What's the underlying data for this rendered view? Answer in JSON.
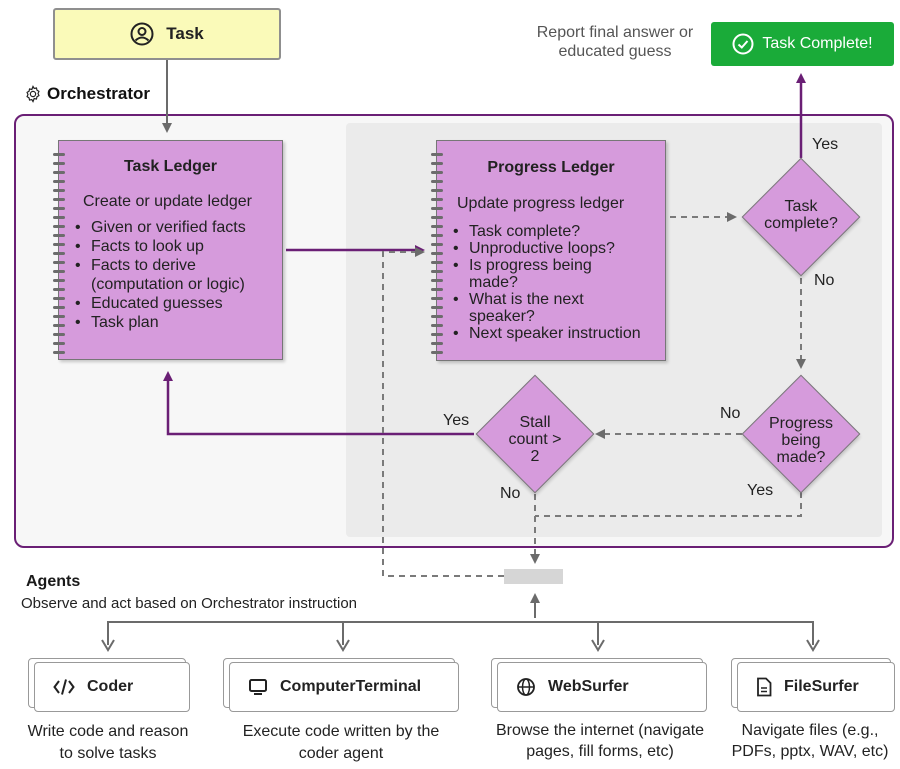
{
  "task": {
    "label": "Task"
  },
  "report": {
    "line1": "Report final answer or",
    "line2": "educated guess"
  },
  "complete": {
    "label": "Task Complete!"
  },
  "orchestrator": {
    "label": "Orchestrator"
  },
  "task_ledger": {
    "title": "Task Ledger",
    "subtitle": "Create or update ledger",
    "items": [
      "Given or verified facts",
      "Facts to look up",
      "Facts to derive",
      "(computation or logic)",
      "Educated guesses",
      "Task plan"
    ]
  },
  "progress_ledger": {
    "title": "Progress Ledger",
    "subtitle": "Update progress ledger",
    "items": [
      "Task complete?",
      "Unproductive loops?",
      "Is progress being",
      "made?",
      "What is the next",
      "speaker?",
      "Next speaker instruction"
    ]
  },
  "decisions": {
    "task_complete": {
      "line1": "Task",
      "line2": "complete?"
    },
    "progress": {
      "line1": "Progress",
      "line2": "being",
      "line3": "made?"
    },
    "stall": {
      "line1": "Stall",
      "line2": "count >",
      "line3": "2"
    }
  },
  "edge_labels": {
    "complete_yes": "Yes",
    "complete_no": "No",
    "progress_no": "No",
    "progress_yes": "Yes",
    "stall_yes": "Yes",
    "stall_no": "No"
  },
  "agents": {
    "title": "Agents",
    "subtitle": "Observe and act based on Orchestrator instruction",
    "list": [
      {
        "name": "Coder",
        "icon": "code-icon",
        "desc1": "Write code and reason",
        "desc2": "to solve tasks"
      },
      {
        "name": "ComputerTerminal",
        "icon": "terminal-icon",
        "desc1": "Execute code written by the",
        "desc2": "coder agent"
      },
      {
        "name": "WebSurfer",
        "icon": "globe-icon",
        "desc1": "Browse the internet (navigate",
        "desc2": "pages, fill forms, etc)"
      },
      {
        "name": "FileSurfer",
        "icon": "file-icon",
        "desc1": "Navigate files (e.g.,",
        "desc2": "PDFs, pptx, WAV, etc)"
      }
    ]
  },
  "colors": {
    "purple": "#6a1f75",
    "ledger_fill": "#d69bdc",
    "task_fill": "#fafab9",
    "complete_fill": "#1aab39",
    "dashed": "#7a7a7a"
  }
}
